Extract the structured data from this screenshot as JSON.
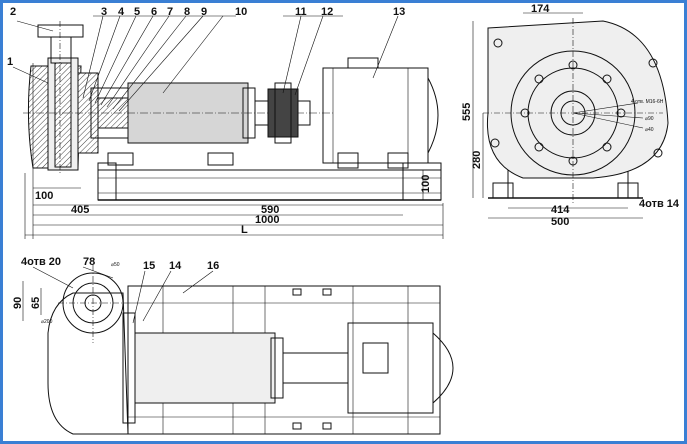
{
  "labels": {
    "n1": "1",
    "n2": "2",
    "n3": "3",
    "n4": "4",
    "n5": "5",
    "n6": "6",
    "n7": "7",
    "n8": "8",
    "n9": "9",
    "n10": "10",
    "n11": "11",
    "n12": "12",
    "n13": "13",
    "n14": "14",
    "n15": "15",
    "n16": "16"
  },
  "dimensions": {
    "d100_left": "100",
    "d405": "405",
    "d590": "590",
    "d1000": "1000",
    "dL": "L",
    "d100_right": "100",
    "d174": "174",
    "d555": "555",
    "d280": "280",
    "d414": "414",
    "d500": "500",
    "holes_14": "4отв 14",
    "holes_20": "4отв 20",
    "d78": "78",
    "d90": "90",
    "d65": "65"
  },
  "small_notes": {
    "flange_bolts": "4 отв. М16-6Н",
    "dia_a": "⌀90",
    "dia_b": "⌀40",
    "dia_c": "⌀50",
    "dia_d": "⌀200"
  },
  "colors": {
    "frame": "#3a7fd4",
    "ink": "#111111"
  }
}
